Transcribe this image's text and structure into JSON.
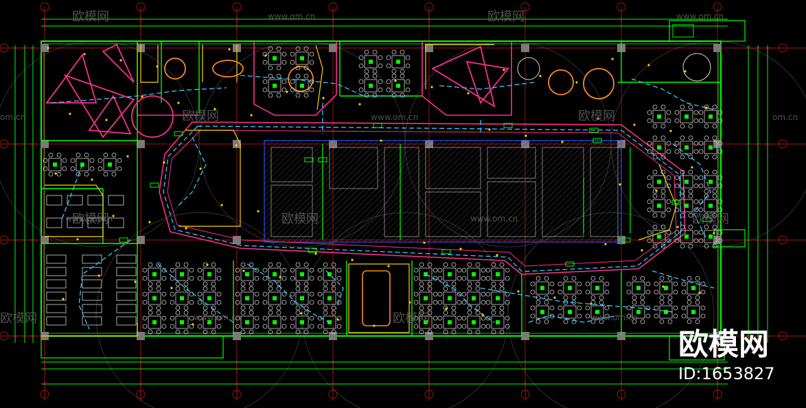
{
  "watermark": {
    "brand": "欧模网",
    "url": "www.om.cn",
    "url_short": "om.cn"
  },
  "logo": {
    "brand": "欧模网",
    "id_line": "ID:1653827"
  },
  "drawing": {
    "background": "#000000",
    "colors": {
      "wall": "#00ff00",
      "partition": "#ff2f8f",
      "circuit": "#33ccff",
      "furniture": "#d8d8d8",
      "accent": "#ffd200",
      "orange": "#ff8a1f",
      "grid": "#ff2020",
      "column": "#8a8a8a",
      "blue": "#3050ff"
    }
  }
}
